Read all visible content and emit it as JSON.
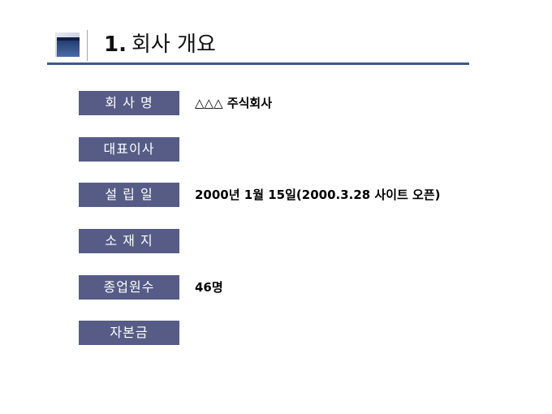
{
  "header": {
    "icon": "blue-square-logo-icon",
    "number": "1.",
    "title": "회사 개요"
  },
  "colors": {
    "label_background": "#565c86",
    "label_text": "#ffffff",
    "underline": "#3e5a86"
  },
  "rows": [
    {
      "label": "회 사 명",
      "value": "△△△ 주식회사"
    },
    {
      "label": "대표이사",
      "value": ""
    },
    {
      "label": "설 립 일",
      "value": "2000년 1월 15일(2000.3.28 사이트 오픈)"
    },
    {
      "label": "소 재 지",
      "value": ""
    },
    {
      "label": "종업원수",
      "value": "46명"
    },
    {
      "label": "자본금",
      "value": ""
    }
  ]
}
